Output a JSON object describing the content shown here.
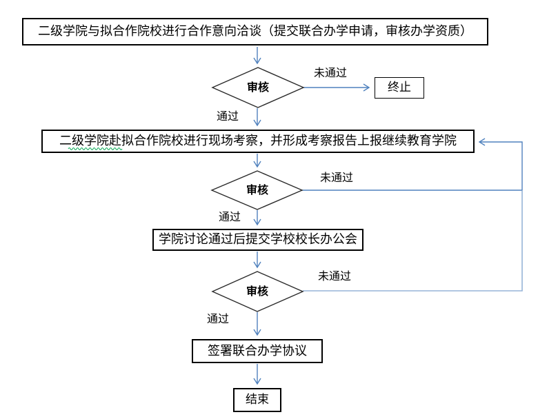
{
  "flowchart": {
    "nodes": {
      "negotiate": "二级学院与拟合作院校进行合作意向洽谈（提交联合办学申请，审核办学资质）",
      "review1": "审核",
      "terminate": "终止",
      "site_visit": "二级学院赴拟合作院校进行现场考察，并形成考察报告上报继续教育学院",
      "review2": "审核",
      "president_meeting": "学院讨论通过后提交学校校长办公会",
      "review3": "审核",
      "sign_agreement": "签署联合办学协议",
      "finish": "结束"
    },
    "edges": {
      "pass1": "通过",
      "fail1": "未通过",
      "pass2": "通过",
      "fail2": "未通过",
      "pass3": "通过",
      "fail3": "未通过"
    },
    "colors": {
      "connector": "#4f81bd",
      "connector_light": "#95b3d7",
      "node_border": "#000000",
      "spellcheck_underline": "#00a650"
    }
  }
}
